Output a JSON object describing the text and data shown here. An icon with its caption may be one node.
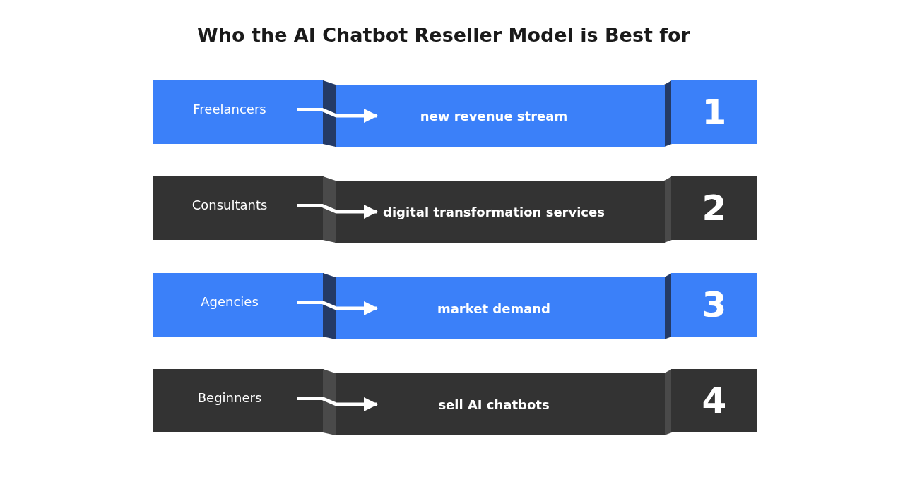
{
  "diagram": {
    "title": "Who the AI Chatbot Reseller Model is Best for",
    "nodes": [
      {
        "text": [
          "Freelancers"
        ]
      },
      {
        "text": [
          "new revenue stream"
        ]
      },
      {
        "text": [
          "1"
        ]
      },
      {
        "text": [
          "Consultants"
        ]
      },
      {
        "text": [
          "digital transformation services"
        ]
      },
      {
        "text": [
          "2"
        ]
      },
      {
        "text": [
          "Agencies"
        ]
      },
      {
        "text": [
          "market demand"
        ]
      },
      {
        "text": [
          "3"
        ]
      },
      {
        "text": [
          "Beginners"
        ]
      },
      {
        "text": [
          "sell AI chatbots"
        ]
      },
      {
        "text": [
          "4"
        ]
      }
    ],
    "edges": [
      {
        "from": 0,
        "to": 1,
        "arrow": "to"
      },
      {
        "from": 3,
        "to": 4,
        "arrow": "to"
      },
      {
        "from": 6,
        "to": 7,
        "arrow": "to"
      },
      {
        "from": 9,
        "to": 10,
        "arrow": "to"
      }
    ]
  }
}
